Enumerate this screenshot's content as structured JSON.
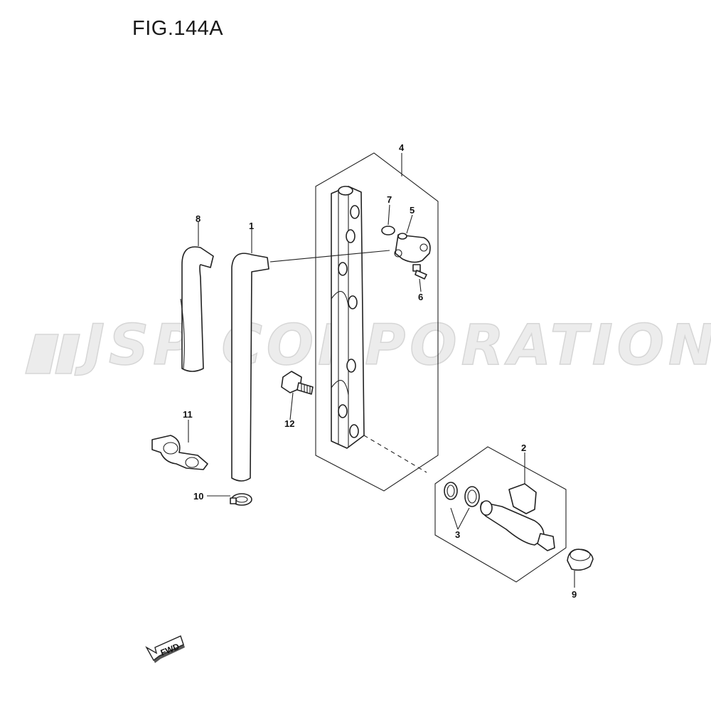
{
  "figure": {
    "title": "FIG.144A"
  },
  "watermark": {
    "text": "JSP CORPORATION",
    "color": "#d6d6d6"
  },
  "direction_marker": {
    "label": "FWD",
    "icon": "fwd-arrow-icon"
  },
  "callouts": [
    {
      "id": "c1",
      "label": "1"
    },
    {
      "id": "c2",
      "label": "2"
    },
    {
      "id": "c3",
      "label": "3"
    },
    {
      "id": "c4",
      "label": "4"
    },
    {
      "id": "c5",
      "label": "5"
    },
    {
      "id": "c6",
      "label": "6"
    },
    {
      "id": "c7",
      "label": "7"
    },
    {
      "id": "c8",
      "label": "8"
    },
    {
      "id": "c9",
      "label": "9"
    },
    {
      "id": "c10",
      "label": "10"
    },
    {
      "id": "c11",
      "label": "11"
    },
    {
      "id": "c12",
      "label": "12"
    }
  ]
}
